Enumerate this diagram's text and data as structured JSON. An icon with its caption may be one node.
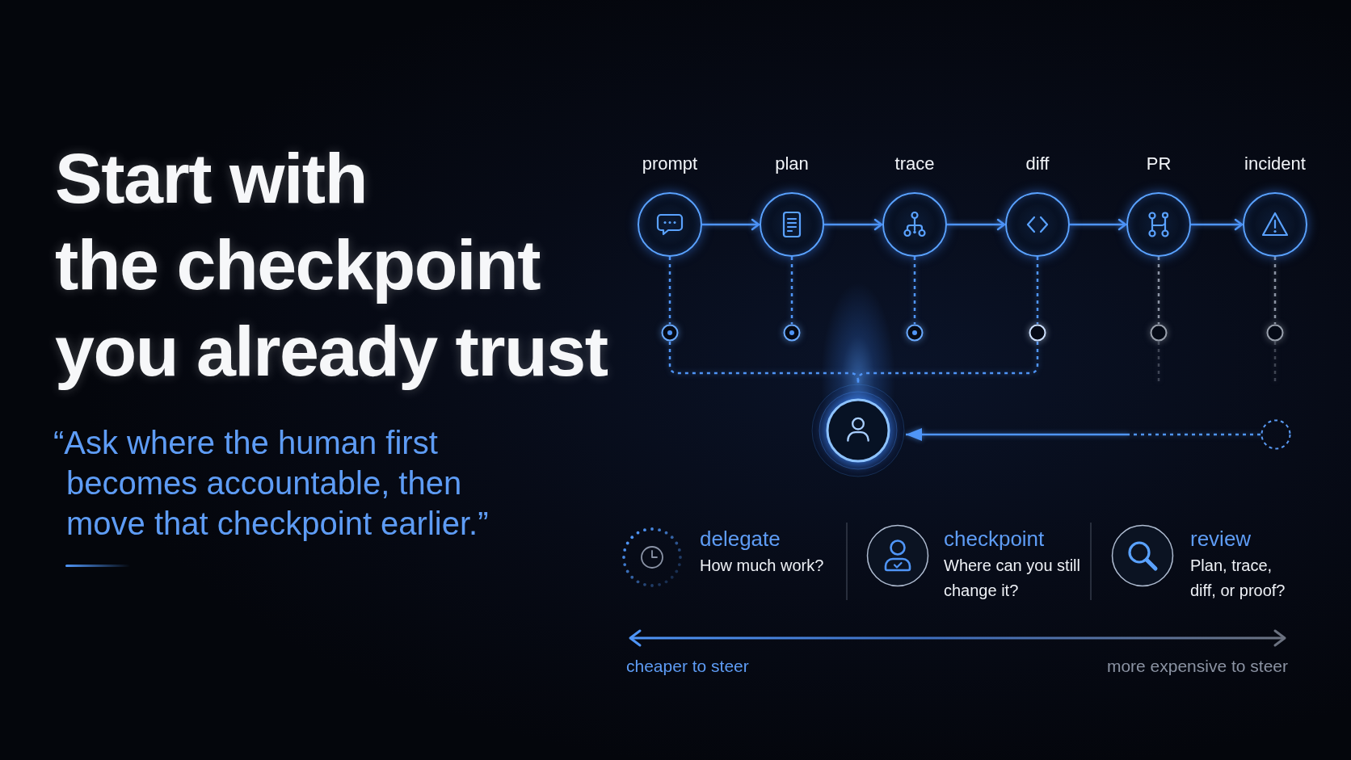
{
  "diagram": {
    "title": "Start with the checkpoint you already trust",
    "nodes": [
      {
        "text": [
          "prompt"
        ]
      },
      {
        "text": [
          "plan"
        ]
      },
      {
        "text": [
          "trace"
        ]
      },
      {
        "text": [
          "diff"
        ]
      },
      {
        "text": [
          "PR"
        ]
      },
      {
        "text": [
          "incident"
        ]
      },
      {
        "text": [],
        "shape": "circle"
      },
      {
        "text": [],
        "shape": "circle"
      },
      {
        "text": [],
        "shape": "circle"
      },
      {
        "text": [],
        "shape": "circle"
      },
      {
        "text": [],
        "shape": "circle"
      },
      {
        "text": [],
        "shape": "circle"
      },
      {
        "text": [],
        "shape": "circle"
      },
      {
        "text": [],
        "shape": "circle"
      }
    ],
    "edges": [
      {
        "from": 0,
        "to": 1,
        "arrow": "to"
      },
      {
        "from": 1,
        "to": 2,
        "arrow": "to"
      },
      {
        "from": 2,
        "to": 3,
        "arrow": "to"
      },
      {
        "from": 3,
        "to": 4,
        "arrow": "to"
      },
      {
        "from": 4,
        "to": 5,
        "arrow": "to"
      },
      {
        "from": 0,
        "to": 6,
        "arrow": "none",
        "style": "dashed"
      },
      {
        "from": 1,
        "to": 7,
        "arrow": "none",
        "style": "dashed"
      },
      {
        "from": 2,
        "to": 8,
        "arrow": "none",
        "style": "dashed"
      },
      {
        "from": 3,
        "to": 9,
        "arrow": "none",
        "style": "dashed"
      },
      {
        "from": 4,
        "to": 10,
        "arrow": "none",
        "style": "dashed",
        "color": "#8b93a3"
      },
      {
        "from": 5,
        "to": 11,
        "arrow": "none",
        "style": "dashed",
        "color": "#8b93a3"
      },
      {
        "from": 6,
        "to": 12,
        "arrow": "none",
        "style": "dashed"
      },
      {
        "from": 9,
        "to": 12,
        "arrow": "none",
        "style": "dashed"
      },
      {
        "from": 10,
        "to": null,
        "arrow": "none",
        "style": "dashed",
        "color": "#8b93a3"
      },
      {
        "from": 11,
        "to": null,
        "arrow": "none",
        "style": "dashed",
        "color": "#8b93a3"
      },
      {
        "from": 13,
        "to": 12,
        "arrow": "to",
        "style": "dashed"
      }
    ],
    "labels": [
      "“Ask where the human first becomes accountable, then move that checkpoint earlier.”",
      "delegate",
      "How much work?",
      "checkpoint",
      "Where can you still change it?",
      "review",
      "Plan, trace, diff, or proof?",
      "cheaper to steer",
      "more expensive to steer"
    ]
  }
}
